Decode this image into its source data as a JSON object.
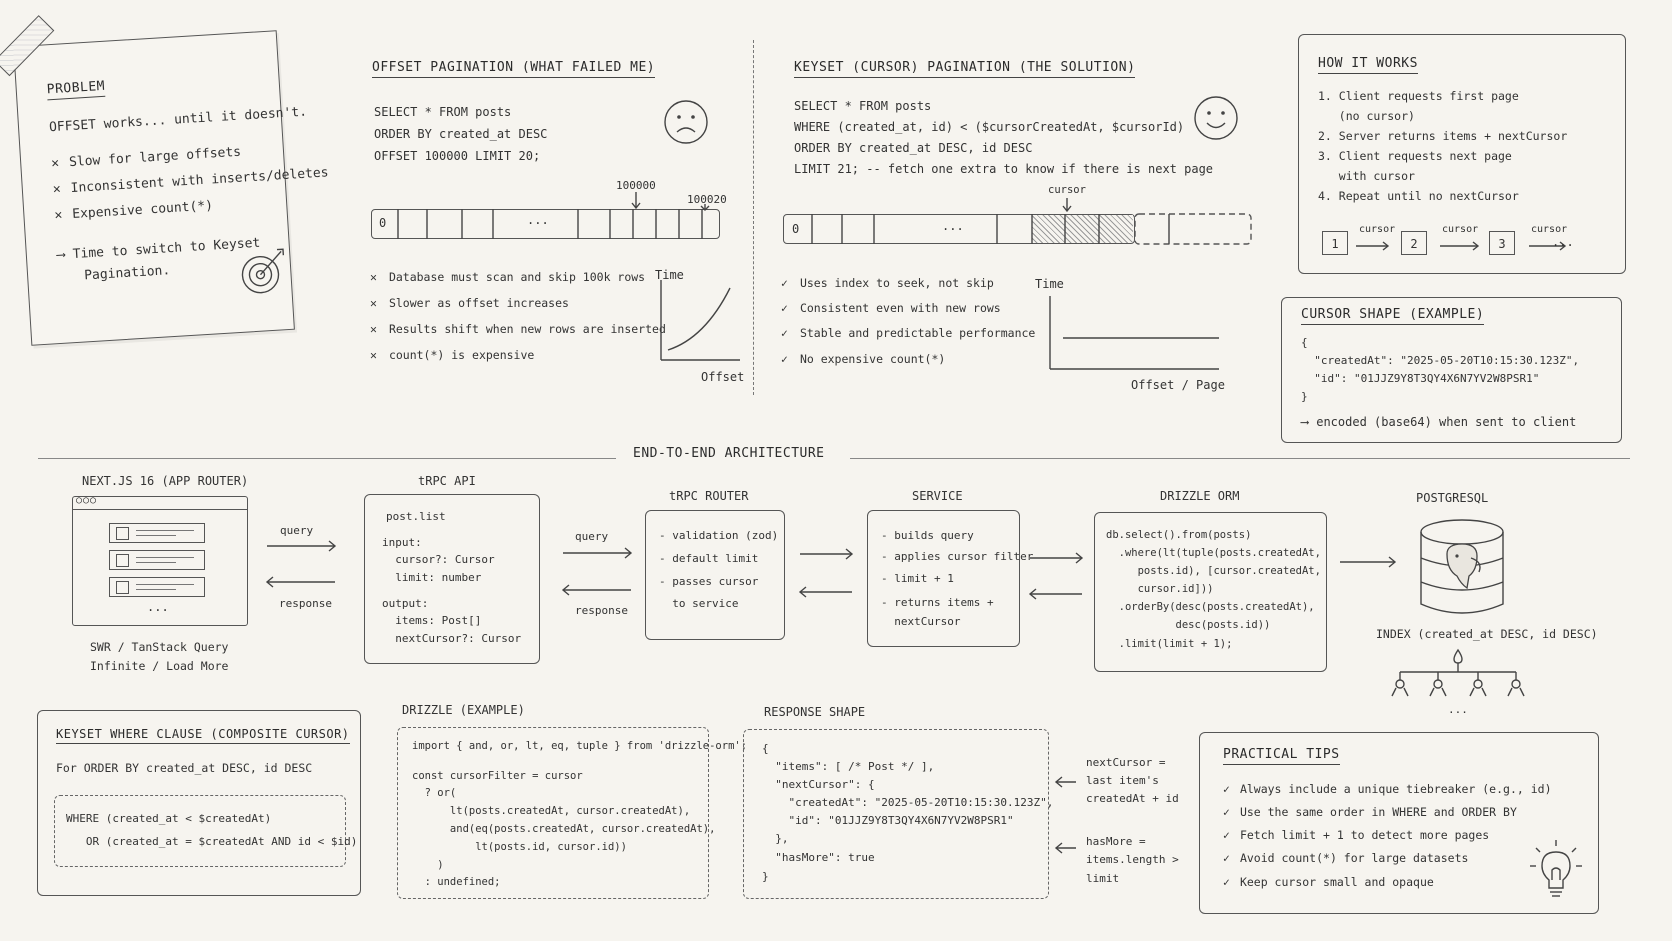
{
  "problem": {
    "title": "PROBLEM",
    "intro": "OFFSET works... until it doesn't.",
    "items": [
      "Slow for large offsets",
      "Inconsistent with inserts/deletes",
      "Expensive count(*)"
    ],
    "conclusion_line1": "Time to switch to Keyset",
    "conclusion_line2": "Pagination."
  },
  "offset": {
    "title": "OFFSET PAGINATION (WHAT FAILED ME)",
    "sql": [
      "SELECT * FROM posts",
      "ORDER BY created_at DESC",
      "OFFSET 100000 LIMIT 20;"
    ],
    "bar_start": "0",
    "bar_dots": "...",
    "marker_a": "100000",
    "marker_b": "100020",
    "cons": [
      "Database must scan and skip 100k rows",
      "Slower as offset increases",
      "Results shift when new rows are inserted",
      "count(*) is expensive"
    ],
    "graph_ylabel": "Time",
    "graph_xlabel": "Offset"
  },
  "keyset": {
    "title": "KEYSET (CURSOR) PAGINATION (THE SOLUTION)",
    "sql": [
      "SELECT * FROM posts",
      "WHERE (created_at, id) < ($cursorCreatedAt, $cursorId)",
      "ORDER BY created_at DESC, id DESC",
      "LIMIT 21; -- fetch one extra to know if there is next page"
    ],
    "bar_start": "0",
    "bar_dots": "...",
    "cursor_label": "cursor",
    "pros": [
      "Uses index to seek, not skip",
      "Consistent even with new rows",
      "Stable and predictable performance",
      "No expensive count(*)"
    ],
    "graph_ylabel": "Time",
    "graph_xlabel": "Offset / Page"
  },
  "how": {
    "title": "HOW IT WORKS",
    "steps": [
      "1. Client requests first page",
      "   (no cursor)",
      "2. Server returns items + nextCursor",
      "3. Client requests next page",
      "   with cursor",
      "4. Repeat until no nextCursor"
    ],
    "pages": [
      "1",
      "2",
      "3"
    ],
    "arrow_label": "cursor",
    "ellipsis": "..."
  },
  "cursor_shape": {
    "title": "CURSOR SHAPE (EXAMPLE)",
    "lines": [
      "{",
      "  \"createdAt\": \"2025-05-20T10:15:30.123Z\",",
      "  \"id\": \"01JJZ9Y8T3QY4X6N7YV2W8PSR1\"",
      "}"
    ],
    "note": "encoded (base64) when sent to client"
  },
  "arch": {
    "title": "END-TO-END ARCHITECTURE",
    "nextjs": {
      "title": "NEXT.JS 16 (APP ROUTER)",
      "caption1": "SWR / TanStack Query",
      "caption2": "Infinite / Load More",
      "dots": "..."
    },
    "query_label": "query",
    "response_label": "response",
    "trpc_api": {
      "title": "tRPC API",
      "lines": [
        "post.list",
        "",
        "input:",
        "  cursor?: Cursor",
        "  limit: number",
        "",
        "output:",
        "  items: Post[]",
        "  nextCursor?: Cursor"
      ]
    },
    "trpc_router": {
      "title": "tRPC ROUTER",
      "lines": [
        "- validation (zod)",
        "- default limit",
        "- passes cursor",
        "  to service"
      ]
    },
    "service": {
      "title": "SERVICE",
      "lines": [
        "- builds query",
        "- applies cursor filter",
        "- limit + 1",
        "- returns items +",
        "  nextCursor"
      ]
    },
    "drizzle": {
      "title": "DRIZZLE ORM",
      "lines": [
        "db.select().from(posts)",
        "  .where(lt(tuple(posts.createdAt,",
        "     posts.id), [cursor.createdAt,",
        "     cursor.id]))",
        "  .orderBy(desc(posts.createdAt),",
        "           desc(posts.id))",
        "  .limit(limit + 1);"
      ]
    },
    "postgres": {
      "title": "POSTGRESQL",
      "index": "INDEX (created_at DESC, id DESC)",
      "dots": "..."
    }
  },
  "where_clause": {
    "title": "KEYSET WHERE CLAUSE (COMPOSITE CURSOR)",
    "subtitle": "For ORDER BY created_at DESC, id DESC",
    "lines": [
      "WHERE (created_at < $createdAt)",
      "   OR (created_at = $createdAt AND id < $id)"
    ]
  },
  "drizzle_example": {
    "title": "DRIZZLE (EXAMPLE)",
    "lines": [
      "import { and, or, lt, eq, tuple } from 'drizzle-orm';",
      "",
      "const cursorFilter = cursor",
      "  ? or(",
      "      lt(posts.createdAt, cursor.createdAt),",
      "      and(eq(posts.createdAt, cursor.createdAt),",
      "          lt(posts.id, cursor.id))",
      "    )",
      "  : undefined;"
    ]
  },
  "response": {
    "title": "RESPONSE SHAPE",
    "lines": [
      "{",
      "  \"items\": [ /* Post */ ],",
      "  \"nextCursor\": {",
      "    \"createdAt\": \"2025-05-20T10:15:30.123Z\",",
      "    \"id\": \"01JJZ9Y8T3QY4X6N7YV2W8PSR1\"",
      "  },",
      "  \"hasMore\": true",
      "}"
    ],
    "note1": [
      "nextCursor =",
      "last item's",
      "createdAt + id"
    ],
    "note2": [
      "hasMore =",
      "items.length >",
      "limit"
    ]
  },
  "tips": {
    "title": "PRACTICAL TIPS",
    "items": [
      "Always include a unique tiebreaker (e.g., id)",
      "Use the same order in WHERE and ORDER BY",
      "Fetch limit + 1 to detect more pages",
      "Avoid count(*) for large datasets",
      "Keep cursor small and opaque"
    ]
  },
  "icons": [
    "sad-face-icon",
    "happy-face-icon",
    "target-icon",
    "database-icon",
    "lightbulb-icon",
    "browser-icon",
    "index-tree-icon"
  ]
}
